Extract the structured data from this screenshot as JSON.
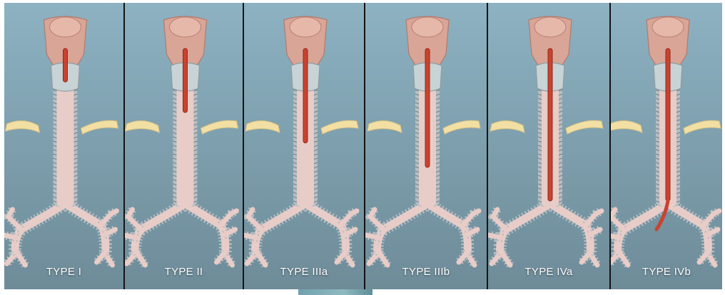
{
  "figure": {
    "panels": [
      {
        "label": "TYPE I",
        "defect": {
          "start": 0.0,
          "end": 0.22
        },
        "extends_into_right_bronchus": false
      },
      {
        "label": "TYPE II",
        "defect": {
          "start": 0.0,
          "end": 0.42
        },
        "extends_into_right_bronchus": false
      },
      {
        "label": "TYPE IIIa",
        "defect": {
          "start": 0.0,
          "end": 0.62
        },
        "extends_into_right_bronchus": false
      },
      {
        "label": "TYPE IIIb",
        "defect": {
          "start": 0.0,
          "end": 0.78
        },
        "extends_into_right_bronchus": false
      },
      {
        "label": "TYPE IVa",
        "defect": {
          "start": 0.0,
          "end": 1.0
        },
        "extends_into_right_bronchus": false
      },
      {
        "label": "TYPE IVb",
        "defect": {
          "start": 0.0,
          "end": 1.0
        },
        "extends_into_right_bronchus": true
      }
    ]
  },
  "colors": {
    "background_top": "#8db2c2",
    "background_bottom": "#6e8b98",
    "trachea": "#e8ccc8",
    "cartilage_rings": "#b7bfc3",
    "larynx": "#d9a596",
    "cricoid": "#c8d3d6",
    "clavicle": "#f2dfa4",
    "defect": "#c9432f",
    "label": "#ffffff"
  }
}
